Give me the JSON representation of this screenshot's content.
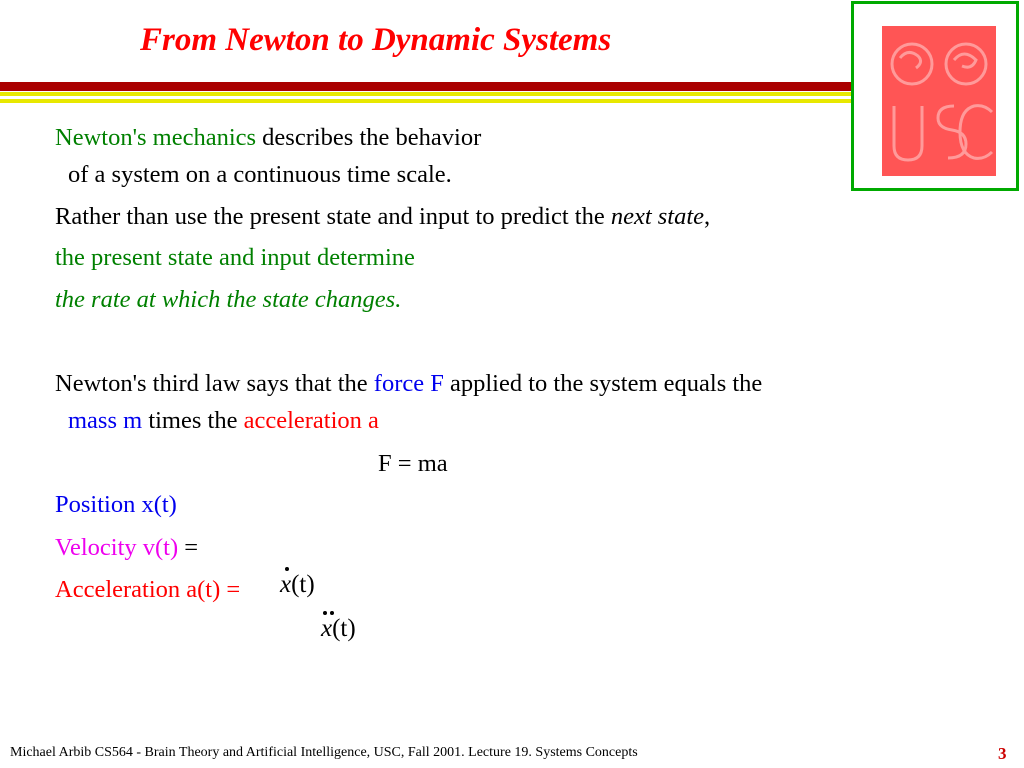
{
  "title": "From Newton to Dynamic Systems",
  "colors": {
    "title": "#ff0000",
    "green": "#008000",
    "blue": "#0000ee",
    "magenta": "#ee00ee",
    "red": "#ff0000",
    "stripe_dark_red": "#aa0000",
    "stripe_yellow": "#e8e800",
    "logo_border": "#00aa00",
    "logo_fill": "#ff5555",
    "page_num": "#cc0000"
  },
  "logo": {
    "icon": "usc-brain-logo"
  },
  "body": {
    "p1_term": "Newton's mechanics",
    "p1_rest": " describes the behavior",
    "p1_line2": "of a system on a continuous time scale.",
    "p2_start": "Rather than use the present state and input to predict the ",
    "p2_italic": "next state",
    "p2_end": ",",
    "p3": "the present state and input determine",
    "p4": "the rate at which the state changes.",
    "p5_start": "Newton's third law says that the ",
    "p5_force": "force F",
    "p5_end": " applied to the system equals the",
    "p6_mass": "mass m",
    "p6_mid": " times the ",
    "p6_acc": "acceleration a",
    "formula": "F = ma",
    "position": "Position x(t)",
    "velocity": "Velocity v(t)",
    "velocity_eq": " =",
    "acceleration": "Acceleration a(t) =",
    "vel_math_var": "x",
    "vel_math_arg": "(t)",
    "acc_math_var": "x",
    "acc_math_arg": "(t)"
  },
  "footer": "Michael Arbib CS564 - Brain Theory and Artificial Intelligence,  USC, Fall 2001. Lecture 19. Systems Concepts",
  "page_number": "3"
}
